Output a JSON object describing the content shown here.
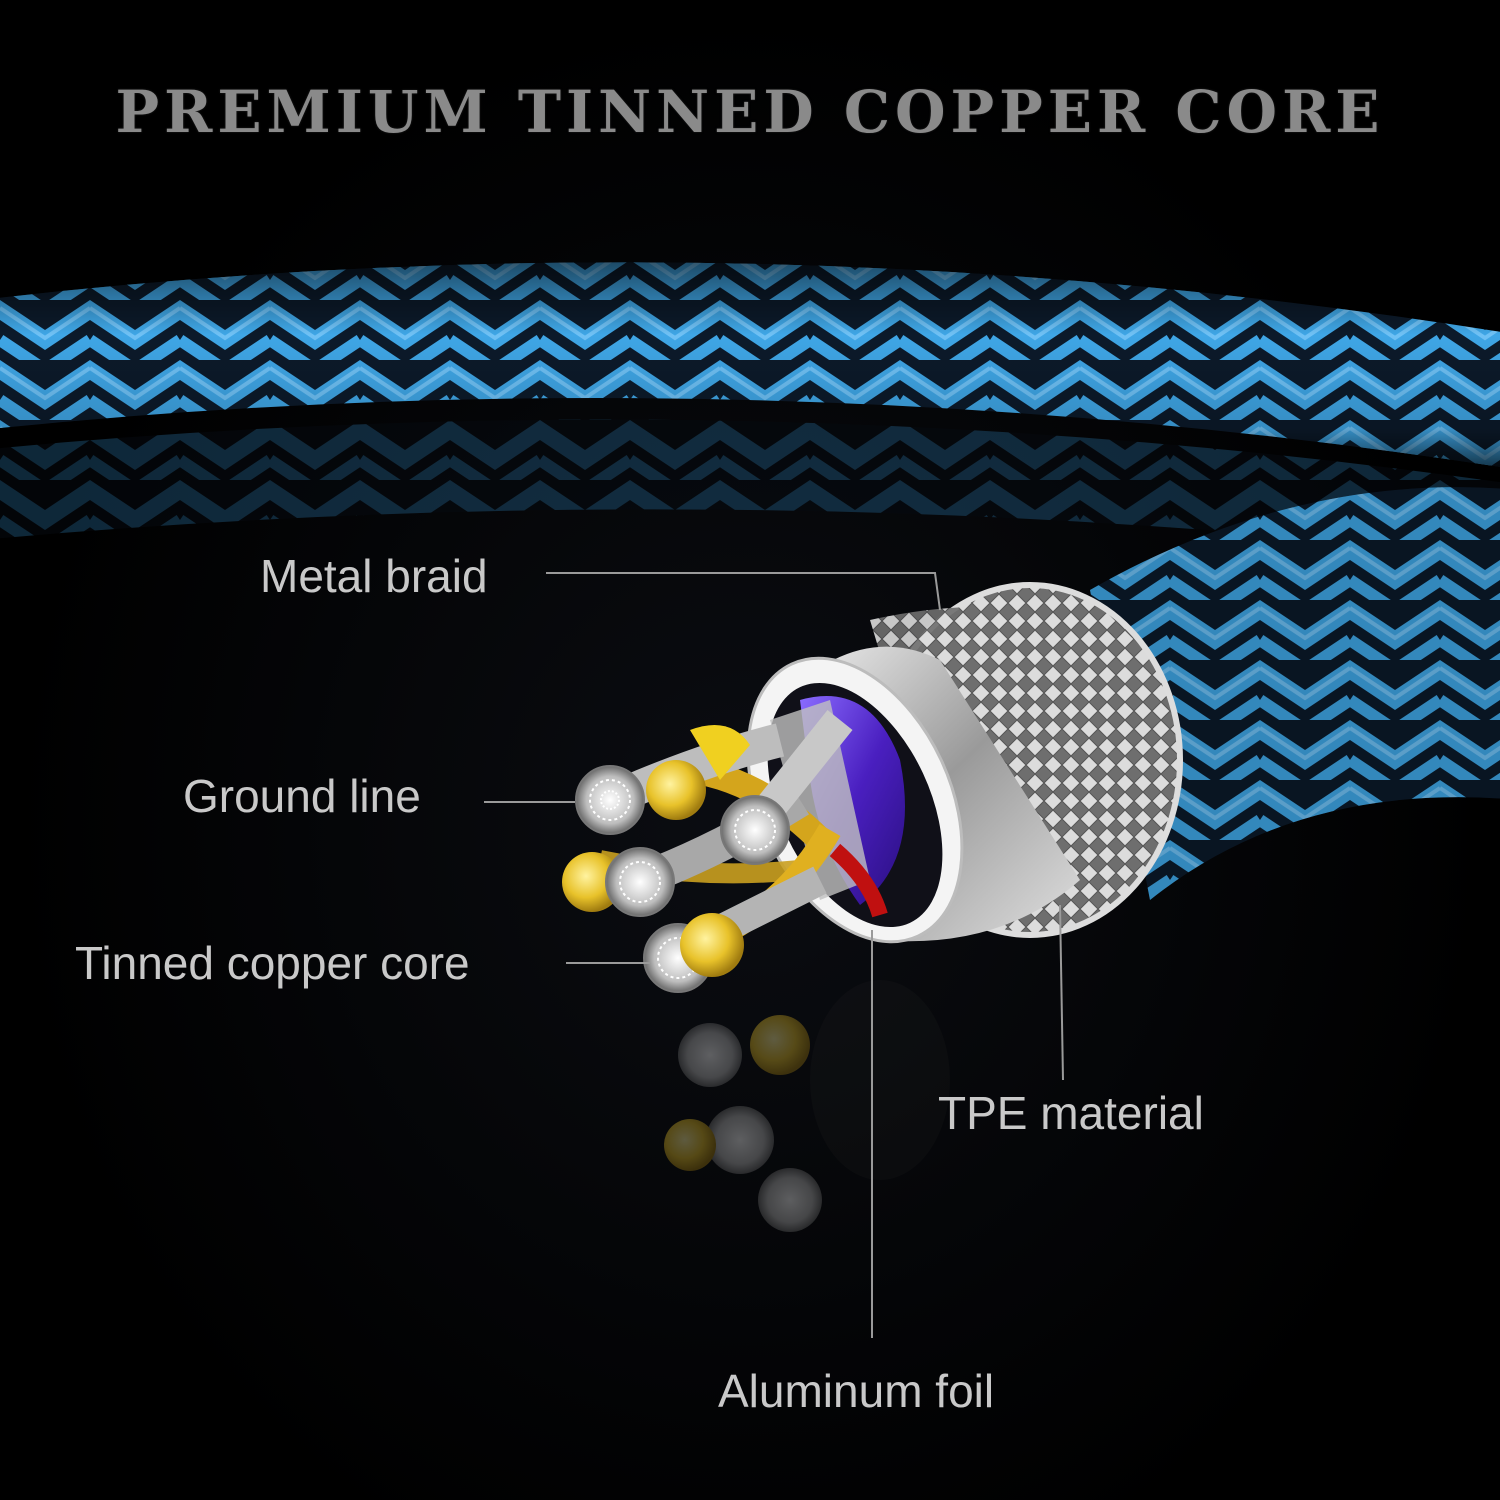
{
  "headline": "PREMIUM TINNED COPPER CORE",
  "callouts": {
    "metal_braid": "Metal braid",
    "ground_line": "Ground line",
    "tinned_copper_core": "Tinned copper core",
    "tpe_material": "TPE material",
    "aluminum_foil": "Aluminum foil"
  },
  "colors": {
    "background": "#000000",
    "braid_blue": "#3fa6e6",
    "braid_dark": "#0c1a2a",
    "insulation_purple": "#5a2fd0",
    "conductor_gold": "#e8c22a",
    "metal_silver": "#c8c8c8",
    "text_gray": "#c9c9c9"
  }
}
